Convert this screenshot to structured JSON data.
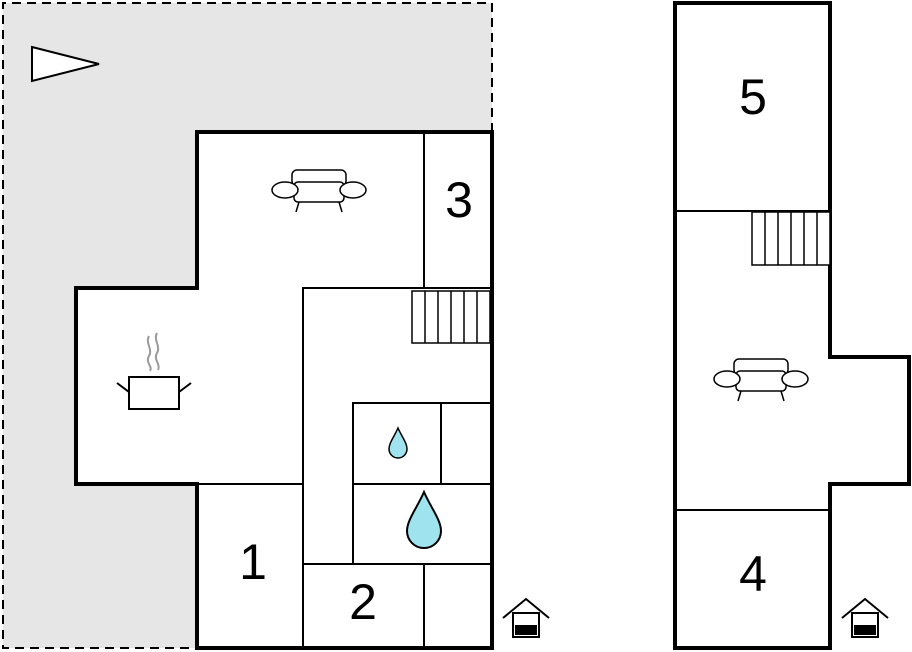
{
  "floor_plan": {
    "ground_floor": {
      "rooms": [
        {
          "id": "room-1",
          "label": "1"
        },
        {
          "id": "room-2",
          "label": "2"
        },
        {
          "id": "room-3",
          "label": "3"
        }
      ],
      "icons": [
        "compass-arrow-icon",
        "sofa-icon",
        "cooking-pot-icon",
        "water-drop-small-icon",
        "water-drop-large-icon",
        "staircase-icon",
        "entrance-house-icon"
      ]
    },
    "upper_floor": {
      "rooms": [
        {
          "id": "room-4",
          "label": "4"
        },
        {
          "id": "room-5",
          "label": "5"
        }
      ],
      "icons": [
        "sofa-icon",
        "staircase-icon",
        "entrance-house-icon"
      ]
    },
    "colors": {
      "wall": "#000000",
      "garden": "#e6e6e6",
      "water": "#9ee3ee",
      "background": "#ffffff"
    }
  }
}
